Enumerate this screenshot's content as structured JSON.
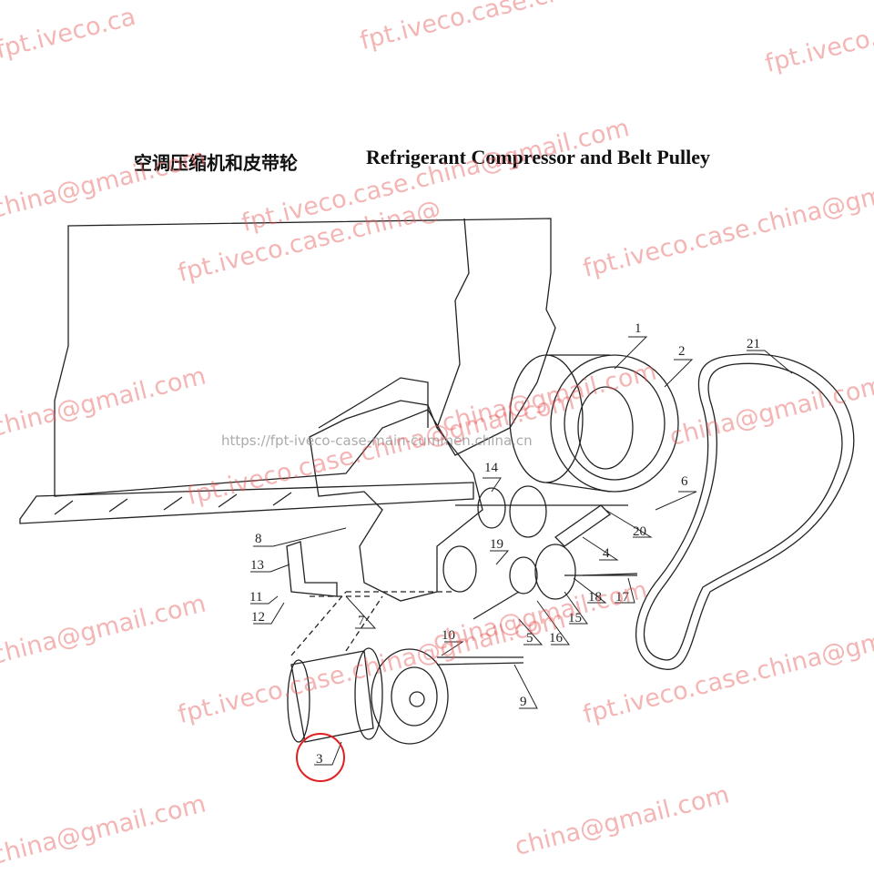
{
  "title": {
    "chinese": "空调压缩机和皮带轮",
    "english": "Refrigerant Compressor and Belt Pulley"
  },
  "callouts": [
    "1",
    "2",
    "3",
    "4",
    "5",
    "6",
    "7",
    "8",
    "9",
    "10",
    "11",
    "12",
    "13",
    "14",
    "15",
    "16",
    "17",
    "18",
    "19",
    "20",
    "21"
  ],
  "highlighted_callout": "3",
  "highlight_color": "#e02020",
  "watermark": {
    "text_a": "fpt.iveco.case.china@gmail.com",
    "text_b": "china@gmail.com",
    "text_c": "fpt.iveco.case.china@gm",
    "text_d": "fpt.iveco.case.china@",
    "text_e": "fpt.iveco.ca",
    "url": "https://fpt-iveco-case-main-cummen.china.cn"
  }
}
